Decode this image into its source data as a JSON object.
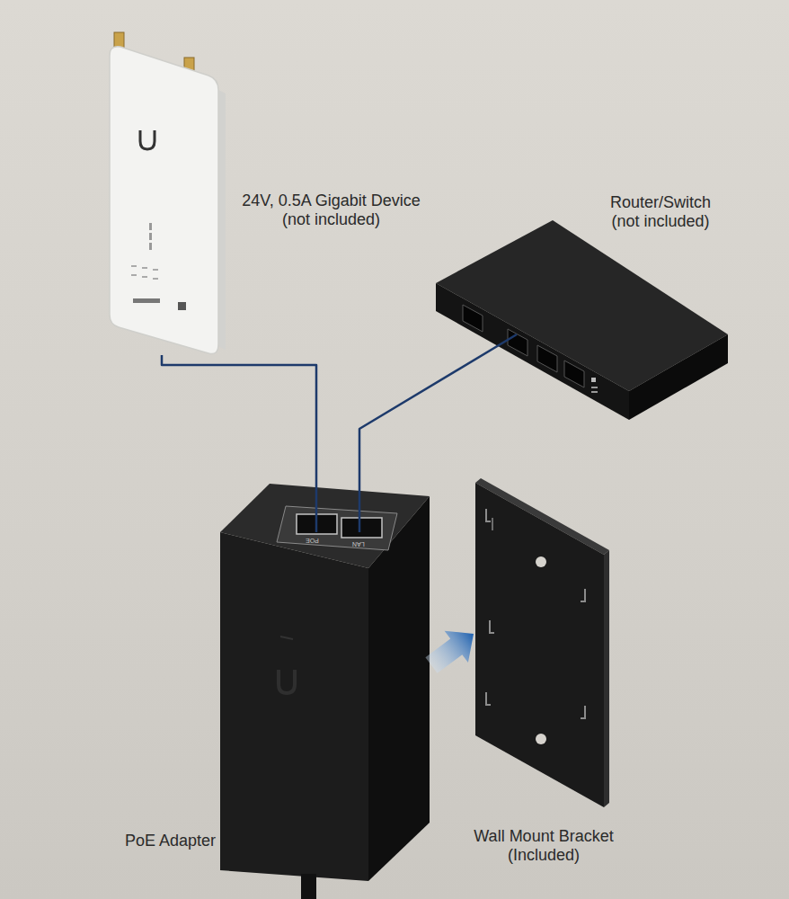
{
  "diagram": {
    "nodes": [
      {
        "text": [
          "24V, 0.5A Gigabit Device (not included)"
        ]
      },
      {
        "text": [
          "Router/Switch (not included)"
        ]
      },
      {
        "text": [
          "PoE Adapter"
        ]
      },
      {
        "text": [
          "Wall Mount Bracket (Included)"
        ]
      }
    ],
    "edges": [
      {
        "from": 0,
        "to": 2,
        "arrow": "none"
      },
      {
        "from": 1,
        "to": 2,
        "arrow": "none"
      },
      {
        "from": 2,
        "to": 3,
        "arrow": "to"
      }
    ],
    "labels": [
      "POE",
      "LAN"
    ]
  }
}
